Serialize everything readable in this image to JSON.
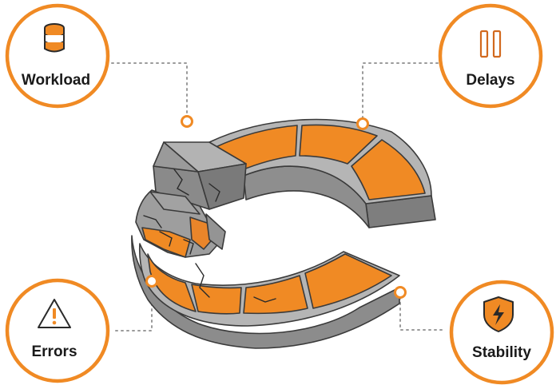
{
  "labels": {
    "workload": "Workload",
    "delays": "Delays",
    "errors": "Errors",
    "stability": "Stability"
  },
  "icons": {
    "workload": "database-stack-icon",
    "delays": "pause-icon",
    "errors": "warning-triangle-icon",
    "stability": "shield-lightning-icon"
  },
  "colors": {
    "accent": "#F08A24",
    "ring_border": "#E8822A",
    "stone_light": "#A8A8A8",
    "stone_mid": "#8C8C8C",
    "stone_dark": "#6E6E6E",
    "stone_outline": "#3A3A3A",
    "dotted_line": "#9A9A9A",
    "text": "#1A1A1A"
  }
}
